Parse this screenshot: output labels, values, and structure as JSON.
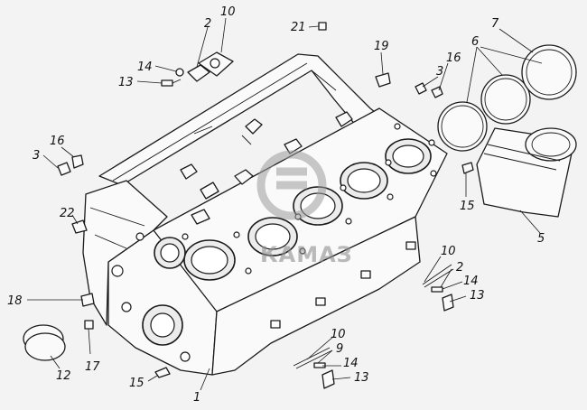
{
  "watermark": {
    "text": "КАМАЗ",
    "color": "#9a9a9a"
  },
  "callouts": [
    {
      "id": "c10a",
      "text": "10"
    },
    {
      "id": "c2a",
      "text": "2"
    },
    {
      "id": "c21",
      "text": "21"
    },
    {
      "id": "c19",
      "text": "19"
    },
    {
      "id": "c14a",
      "text": "14"
    },
    {
      "id": "c13a",
      "text": "13"
    },
    {
      "id": "c7",
      "text": "7"
    },
    {
      "id": "c6",
      "text": "6"
    },
    {
      "id": "c3a",
      "text": "3"
    },
    {
      "id": "c16a",
      "text": "16"
    },
    {
      "id": "c16b",
      "text": "16"
    },
    {
      "id": "c3b",
      "text": "3"
    },
    {
      "id": "c15a",
      "text": "15"
    },
    {
      "id": "c22",
      "text": "22"
    },
    {
      "id": "c5",
      "text": "5"
    },
    {
      "id": "c10b",
      "text": "10"
    },
    {
      "id": "c2b",
      "text": "2"
    },
    {
      "id": "c14b",
      "text": "14"
    },
    {
      "id": "c13b",
      "text": "13"
    },
    {
      "id": "c18",
      "text": "18"
    },
    {
      "id": "c10c",
      "text": "10"
    },
    {
      "id": "c9",
      "text": "9"
    },
    {
      "id": "c14c",
      "text": "14"
    },
    {
      "id": "c13c",
      "text": "13"
    },
    {
      "id": "c17",
      "text": "17"
    },
    {
      "id": "c12",
      "text": "12"
    },
    {
      "id": "c15b",
      "text": "15"
    },
    {
      "id": "c1",
      "text": "1"
    }
  ]
}
